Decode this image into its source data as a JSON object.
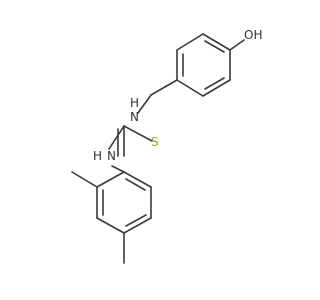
{
  "molecule": {
    "labels": {
      "oh": "OH",
      "nh_upper": "N",
      "nh_upper_h": "H",
      "nh_lower": "N",
      "nh_lower_h": "H",
      "s": "S"
    },
    "colors": {
      "bond": "#3a3a3a",
      "text": "#333333",
      "sulfur": "#b0a000"
    }
  }
}
